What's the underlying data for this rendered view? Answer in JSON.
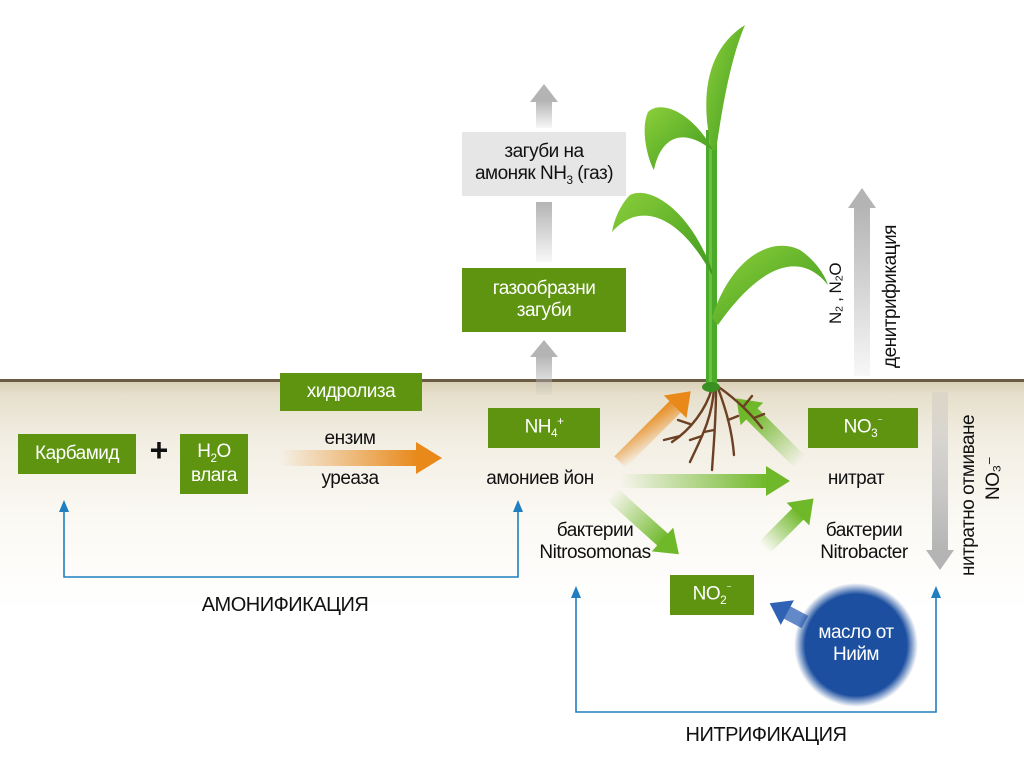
{
  "title": "Nitrogen transformation cycle of urea in soil",
  "boxes": {
    "urea": "Карбамид",
    "plus": "+",
    "water_formula_main": "H",
    "water_formula_sub": "2",
    "water_formula_tail": "O",
    "water_label": "влага",
    "hydrolysis": "хидролиза",
    "ammonium_main": "NH",
    "ammonium_sub": "4",
    "ammonium_sup": "+",
    "gaseous_losses_line1": "газообразни",
    "gaseous_losses_line2": "загуби",
    "ammonia_loss_line1": "загуби на",
    "ammonia_loss_line2a": "амоняк NH",
    "ammonia_loss_sub": "3",
    "ammonia_loss_line2b": " (газ)",
    "nitrate_main": "NO",
    "nitrate_sub": "3",
    "nitrate_sup": "⁻",
    "nitrite_main": "NO",
    "nitrite_sub": "2",
    "nitrite_sup": "⁻"
  },
  "labels": {
    "enzyme": "ензим",
    "urease": "уреаза",
    "ammonium_ion": "амониев йон",
    "nitrosomonas_line1": "бактерии",
    "nitrosomonas_line2": "Nitrosomonas",
    "nitrate": "нитрат",
    "nitrobacter_line1": "бактерии",
    "nitrobacter_line2": "Nitrobacter",
    "neem_line1": "масло от",
    "neem_line2": "Нийм",
    "ammonification": "АМОНИФИКАЦИЯ",
    "nitrification": "НИТРИФИКАЦИЯ",
    "denitrification": "денитрификация",
    "n2_n2o": "N₂ , N₂O",
    "nitrate_leaching": "нитратно отмиване",
    "nitrate_leaching_formula": "NO₃⁻"
  },
  "colors": {
    "box_green": "#5e9410",
    "arrow_orange": "#e8891a",
    "arrow_green": "#6fb82a",
    "arrow_gray": "#b4b4b4",
    "line_blue": "#1f7fc0",
    "neem_blue": "#1c4fa0",
    "loss_box_gray": "#e6e6e6"
  }
}
